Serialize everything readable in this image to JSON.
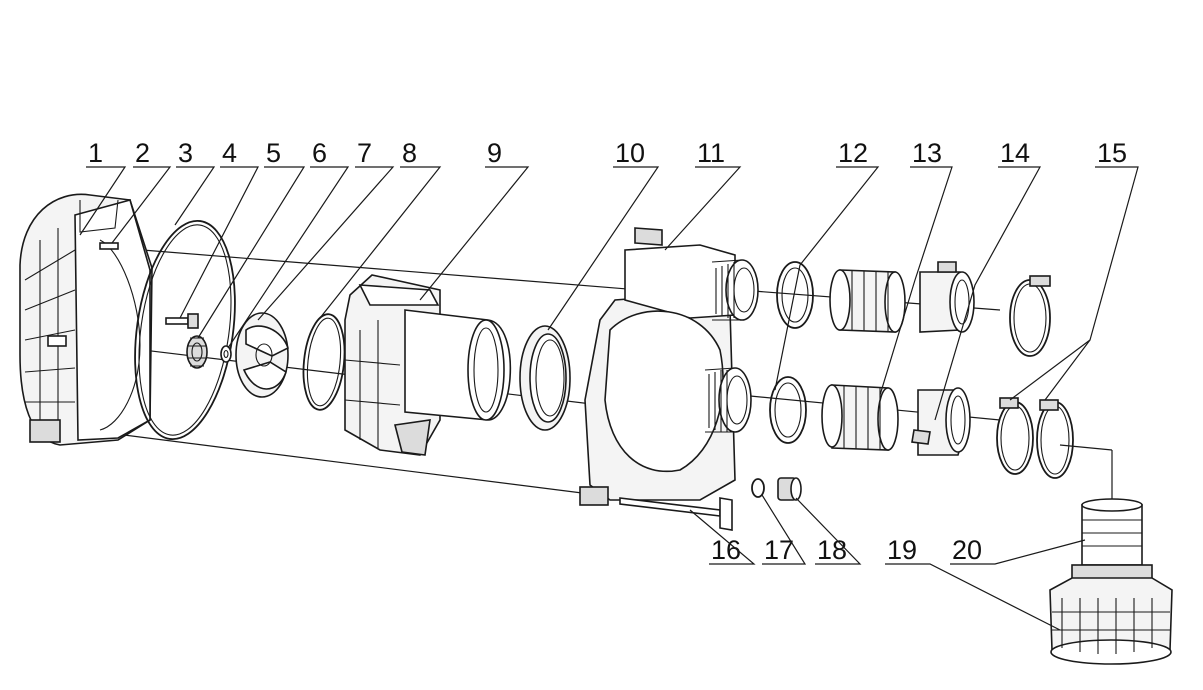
{
  "diagram": {
    "callouts": [
      {
        "label": "1"
      },
      {
        "label": "2"
      },
      {
        "label": "3"
      },
      {
        "label": "4"
      },
      {
        "label": "5"
      },
      {
        "label": "6"
      },
      {
        "label": "7"
      },
      {
        "label": "8"
      },
      {
        "label": "9"
      },
      {
        "label": "10"
      },
      {
        "label": "11"
      },
      {
        "label": "12"
      },
      {
        "label": "13"
      },
      {
        "label": "14"
      },
      {
        "label": "15"
      },
      {
        "label": "16"
      },
      {
        "label": "17"
      },
      {
        "label": "18"
      },
      {
        "label": "19"
      },
      {
        "label": "20"
      }
    ]
  }
}
